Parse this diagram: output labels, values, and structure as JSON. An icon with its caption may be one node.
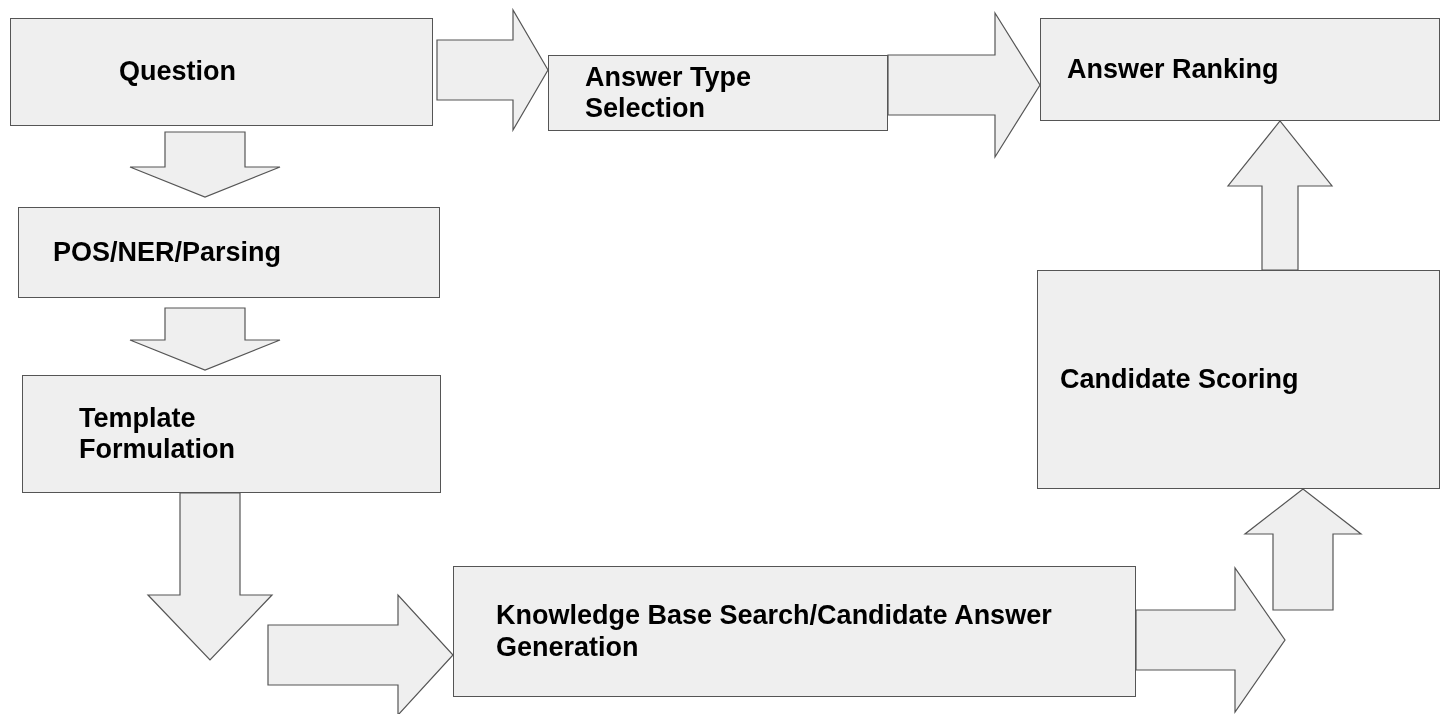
{
  "diagram": {
    "nodes": [
      {
        "text": [
          "Question"
        ]
      },
      {
        "text": [
          "Answer Type Selection"
        ]
      },
      {
        "text": [
          "Answer Ranking"
        ]
      },
      {
        "text": [
          "POS/NER/Parsing"
        ]
      },
      {
        "text": [
          "Template Formulation"
        ]
      },
      {
        "text": [
          "Knowledge Base Search/Candidate Answer Generation"
        ]
      },
      {
        "text": [
          "Candidate Scoring"
        ]
      }
    ],
    "edges": [
      {
        "from": 0,
        "to": 1,
        "arrow": "to"
      },
      {
        "from": 1,
        "to": 2,
        "arrow": "to"
      },
      {
        "from": 0,
        "to": 3,
        "arrow": "to"
      },
      {
        "from": 3,
        "to": 4,
        "arrow": "to"
      },
      {
        "from": 4,
        "to": null,
        "arrow": "to"
      },
      {
        "from": null,
        "to": 5,
        "arrow": "to"
      },
      {
        "from": 5,
        "to": null,
        "arrow": "to"
      },
      {
        "from": null,
        "to": 6,
        "arrow": "to"
      },
      {
        "from": 6,
        "to": 2,
        "arrow": "to"
      }
    ]
  }
}
